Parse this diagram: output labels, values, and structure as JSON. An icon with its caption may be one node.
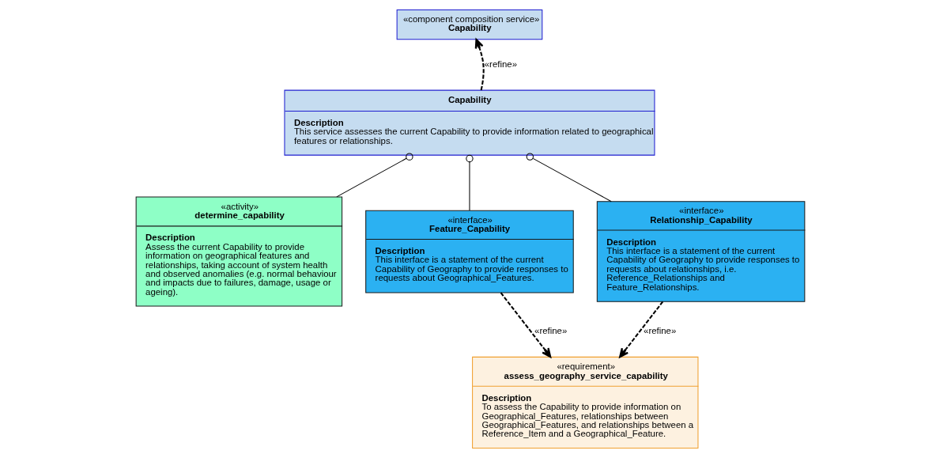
{
  "diagram": {
    "nodes": [
      {
        "text": [
          "«component composition service»",
          "Capability"
        ]
      },
      {
        "text": [
          "Capability",
          "Description",
          "This service assesses the current Capability to provide information related to geographical features or relationships."
        ]
      },
      {
        "text": [
          "«activity»",
          "determine_capability",
          "Description",
          "Assess the current Capability to provide information on geographical features and relationships, taking account of system health and observed anomalies (e.g. normal behaviour and impacts due to failures, damage, usage or ageing)."
        ]
      },
      {
        "text": [
          "«interface»",
          "Feature_Capability",
          "Description",
          "This interface is a statement of the current Capability of Geography to provide responses to requests about Geographical_Features."
        ]
      },
      {
        "text": [
          "«interface»",
          "Relationship_Capability",
          "Description",
          "This interface is a statement of the current Capability of Geography to provide responses to requests about relationships, i.e. Reference_Relationships and Feature_Relationships."
        ]
      },
      {
        "text": [
          "«requirement»",
          "assess_geography_service_capability",
          "Description",
          "To assess the Capability to provide information on Geographical_Features, relationships between Geographical_Features, and relationships between a Reference_Item and a Geographical_Feature."
        ]
      }
    ],
    "edges": [
      {
        "from": 1,
        "to": 0,
        "arrow": "to",
        "style": "dashed",
        "label": "«refine»"
      },
      {
        "from": 1,
        "to": 2,
        "arrow": "other"
      },
      {
        "from": 1,
        "to": 3,
        "arrow": "other"
      },
      {
        "from": 1,
        "to": 4,
        "arrow": "other"
      },
      {
        "from": 3,
        "to": 5,
        "arrow": "to",
        "style": "dashed",
        "label": "«refine»"
      },
      {
        "from": 4,
        "to": 5,
        "arrow": "to",
        "style": "dashed",
        "label": "«refine»"
      }
    ]
  }
}
